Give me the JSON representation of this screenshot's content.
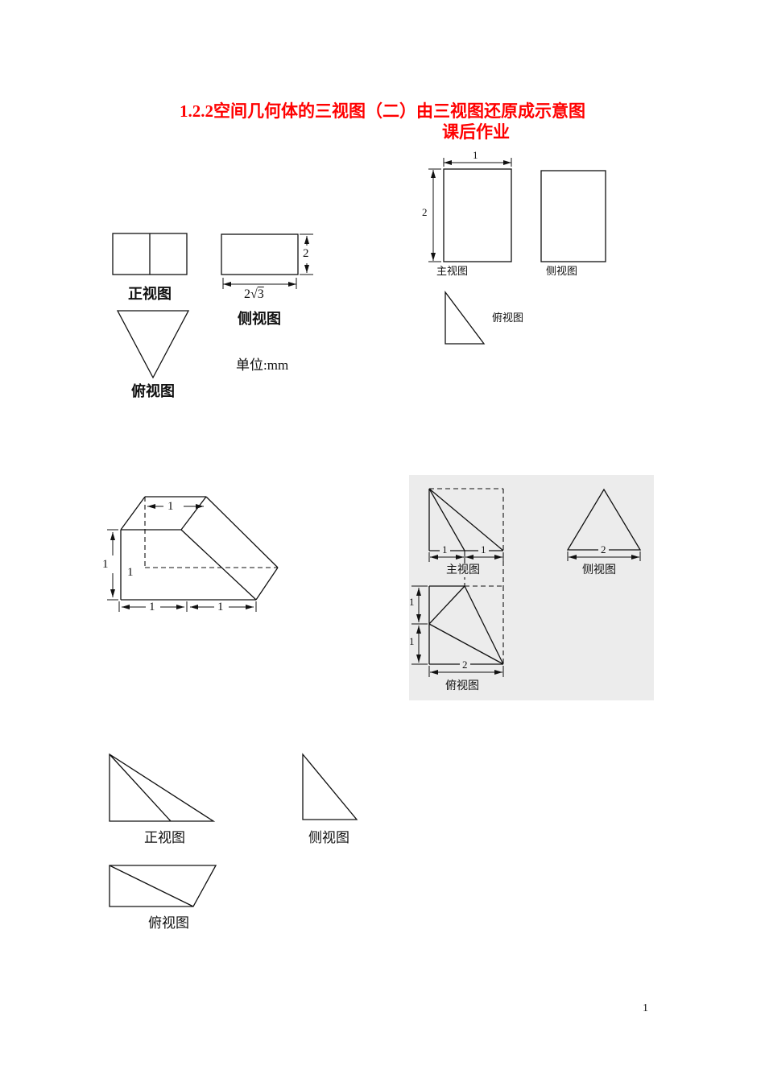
{
  "page": {
    "title_line1": "1.2.2空间几何体的三视图（二）由三视图还原成示意图",
    "title_line2": "课后作业",
    "page_number": "1"
  },
  "figure1": {
    "front_label": "正视图",
    "side_label": "侧视图",
    "top_label": "俯视图",
    "unit_label": "单位:mm",
    "dim_height": "2",
    "dim_width_num": "2",
    "dim_width_root": "√",
    "dim_width_radicand": "3"
  },
  "figure2": {
    "main_label": "主视图",
    "side_label": "侧视图",
    "top_label": "俯视图",
    "dim_width": "1",
    "dim_height": "2"
  },
  "figure3": {
    "dim_top": "1",
    "dim_left": "1",
    "dim_depth": "1",
    "dim_bottom_left": "1",
    "dim_bottom_right": "1"
  },
  "figure4": {
    "main_label": "主视图",
    "side_label": "侧视图",
    "top_label": "俯视图",
    "main_dim_left": "1",
    "main_dim_right": "1",
    "side_dim": "2",
    "top_dim_upper": "1",
    "top_dim_lower": "1",
    "top_dim_width": "2"
  },
  "figure5": {
    "front_label": "正视图",
    "side_label": "侧视图",
    "top_label": "俯视图"
  }
}
